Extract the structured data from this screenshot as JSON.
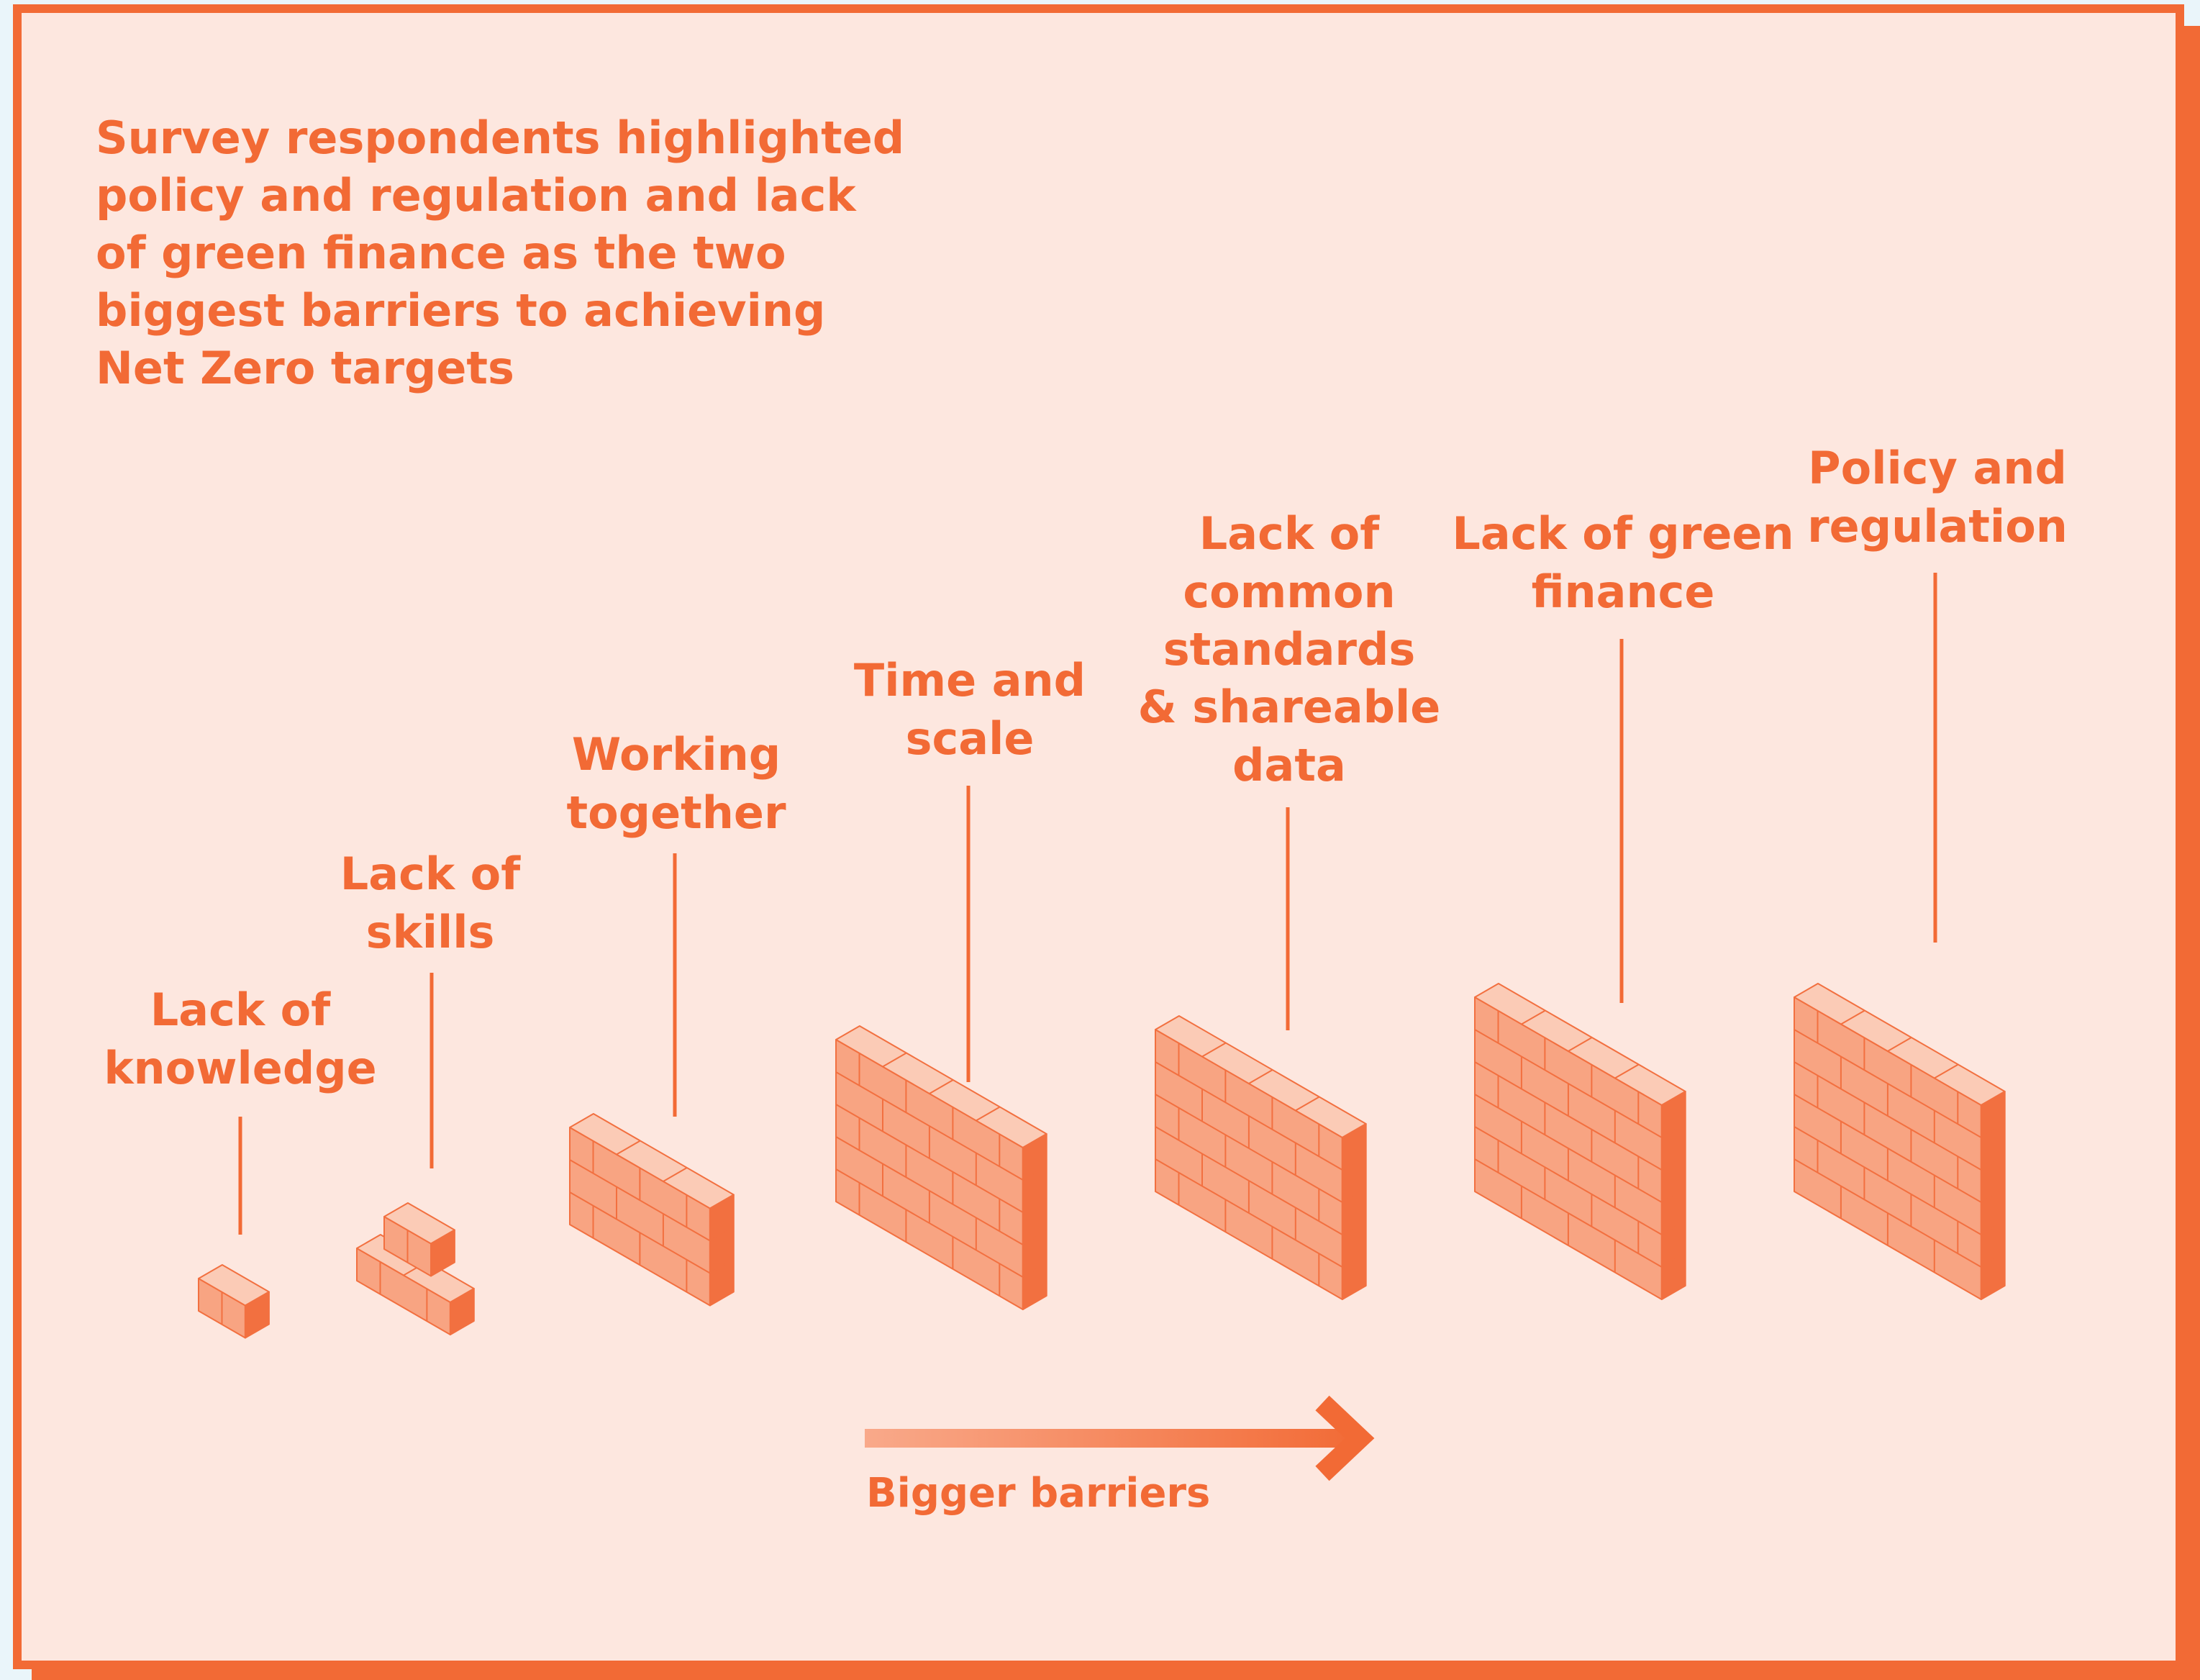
{
  "headline": [
    "Survey respondents highlighted",
    "policy and regulation and lack",
    "of green finance as the two",
    "biggest barriers to achieving",
    "Net Zero targets"
  ],
  "barriers": [
    {
      "label": [
        "Lack of",
        "knowledge"
      ]
    },
    {
      "label": [
        "Lack of",
        "skills"
      ]
    },
    {
      "label": [
        "Working",
        "together"
      ]
    },
    {
      "label": [
        "Time and",
        "scale"
      ]
    },
    {
      "label": [
        "Lack of",
        "common",
        "standards",
        "& shareable",
        "data"
      ]
    },
    {
      "label": [
        "Lack of green",
        "finance"
      ]
    },
    {
      "label": [
        "Policy and",
        "regulation"
      ]
    }
  ],
  "arrow_label": "Bigger barriers",
  "colors": {
    "background": "#fde7df",
    "frame": "#f26a35",
    "accent": "#f26a35",
    "brick_face": "#f8a482",
    "brick_top": "#fbcbb6",
    "brick_side": "#f27040",
    "page": "#eaf5fa"
  }
}
